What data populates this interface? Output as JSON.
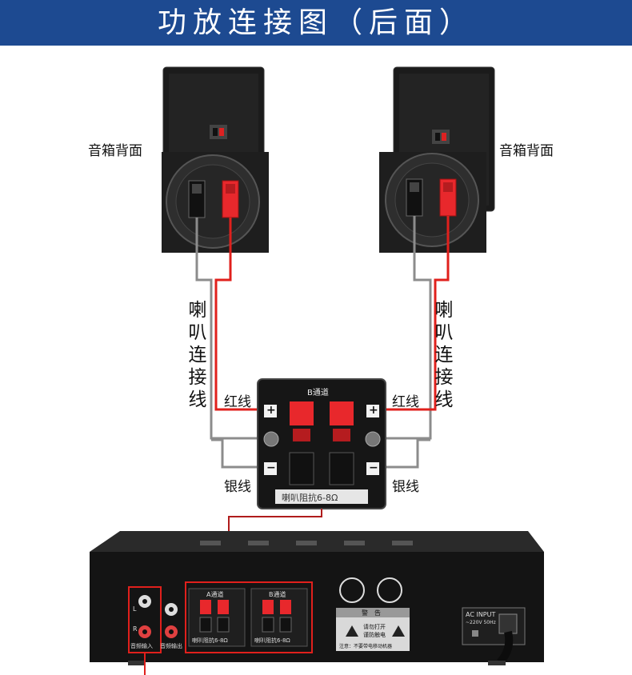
{
  "header": {
    "title": "功放连接图（后面）"
  },
  "labels": {
    "speaker_back_left": "音箱背面",
    "speaker_back_right": "音箱背面",
    "cable_left": "喇叭连接线",
    "cable_right": "喇叭连接线",
    "red_wire_left": "红线",
    "red_wire_right": "红线",
    "silver_wire_left": "银线",
    "silver_wire_right": "银线"
  },
  "terminal_board": {
    "channel": "B通道",
    "impedance": "喇叭阻抗6-8Ω",
    "plus": "+",
    "minus": "−"
  },
  "amplifier": {
    "channel_a": "A通道",
    "channel_b": "B通道",
    "impedance_a": "喇叭阻抗6-8Ω",
    "impedance_b": "喇叭阻抗6-8Ω",
    "audio_in": "音频输入",
    "audio_out": "音频输出",
    "warning_title": "警　告",
    "warning_line1": "请勿打开",
    "warning_line2": "谨防触电",
    "warning_note": "注意：不要带电移动机器",
    "ac_input": "AC INPUT",
    "ac_spec": "~220V 50Hz",
    "in_l": "L",
    "in_r": "R"
  },
  "colors": {
    "banner": "#1d4a91",
    "red_wire": "#e0201c",
    "silver_wire": "#8c8c8c",
    "highlight_box": "#e0201c",
    "clip_red": "#e8282c",
    "device_black": "#141414"
  }
}
